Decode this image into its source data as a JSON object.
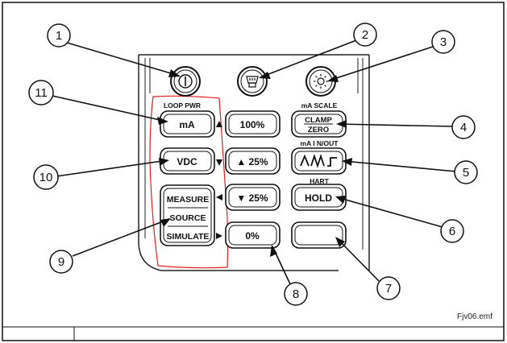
{
  "figure_id": "Fjv06.emf",
  "top_labels": {
    "loop_pwr": "LOOP PWR",
    "ma_scale": "mA SCALE",
    "ma_in_out": "mA I N/OUT",
    "hart": "HART"
  },
  "keys": {
    "ma": "mA",
    "pct100": "100%",
    "clamp_top": "CLAMP",
    "clamp_bottom": "ZERO",
    "vdc": "VDC",
    "up25": "▲ 25%",
    "waveform": "ΛΛΛ⌐",
    "measure": "MEASURE",
    "source": "SOURCE",
    "simulate": "SIMULATE",
    "down25": "▼ 25%",
    "hold": "HOLD",
    "pct0": "0%",
    "blank": ""
  },
  "icons": {
    "power": "power-icon",
    "backlight": "flashlight-icon",
    "brightness": "sun-icon"
  },
  "callouts": [
    "1",
    "2",
    "3",
    "4",
    "5",
    "6",
    "7",
    "8",
    "9",
    "10",
    "11"
  ],
  "colors": {
    "outline": "#111111",
    "highlight": "#e02020",
    "background": "#ffffff"
  }
}
